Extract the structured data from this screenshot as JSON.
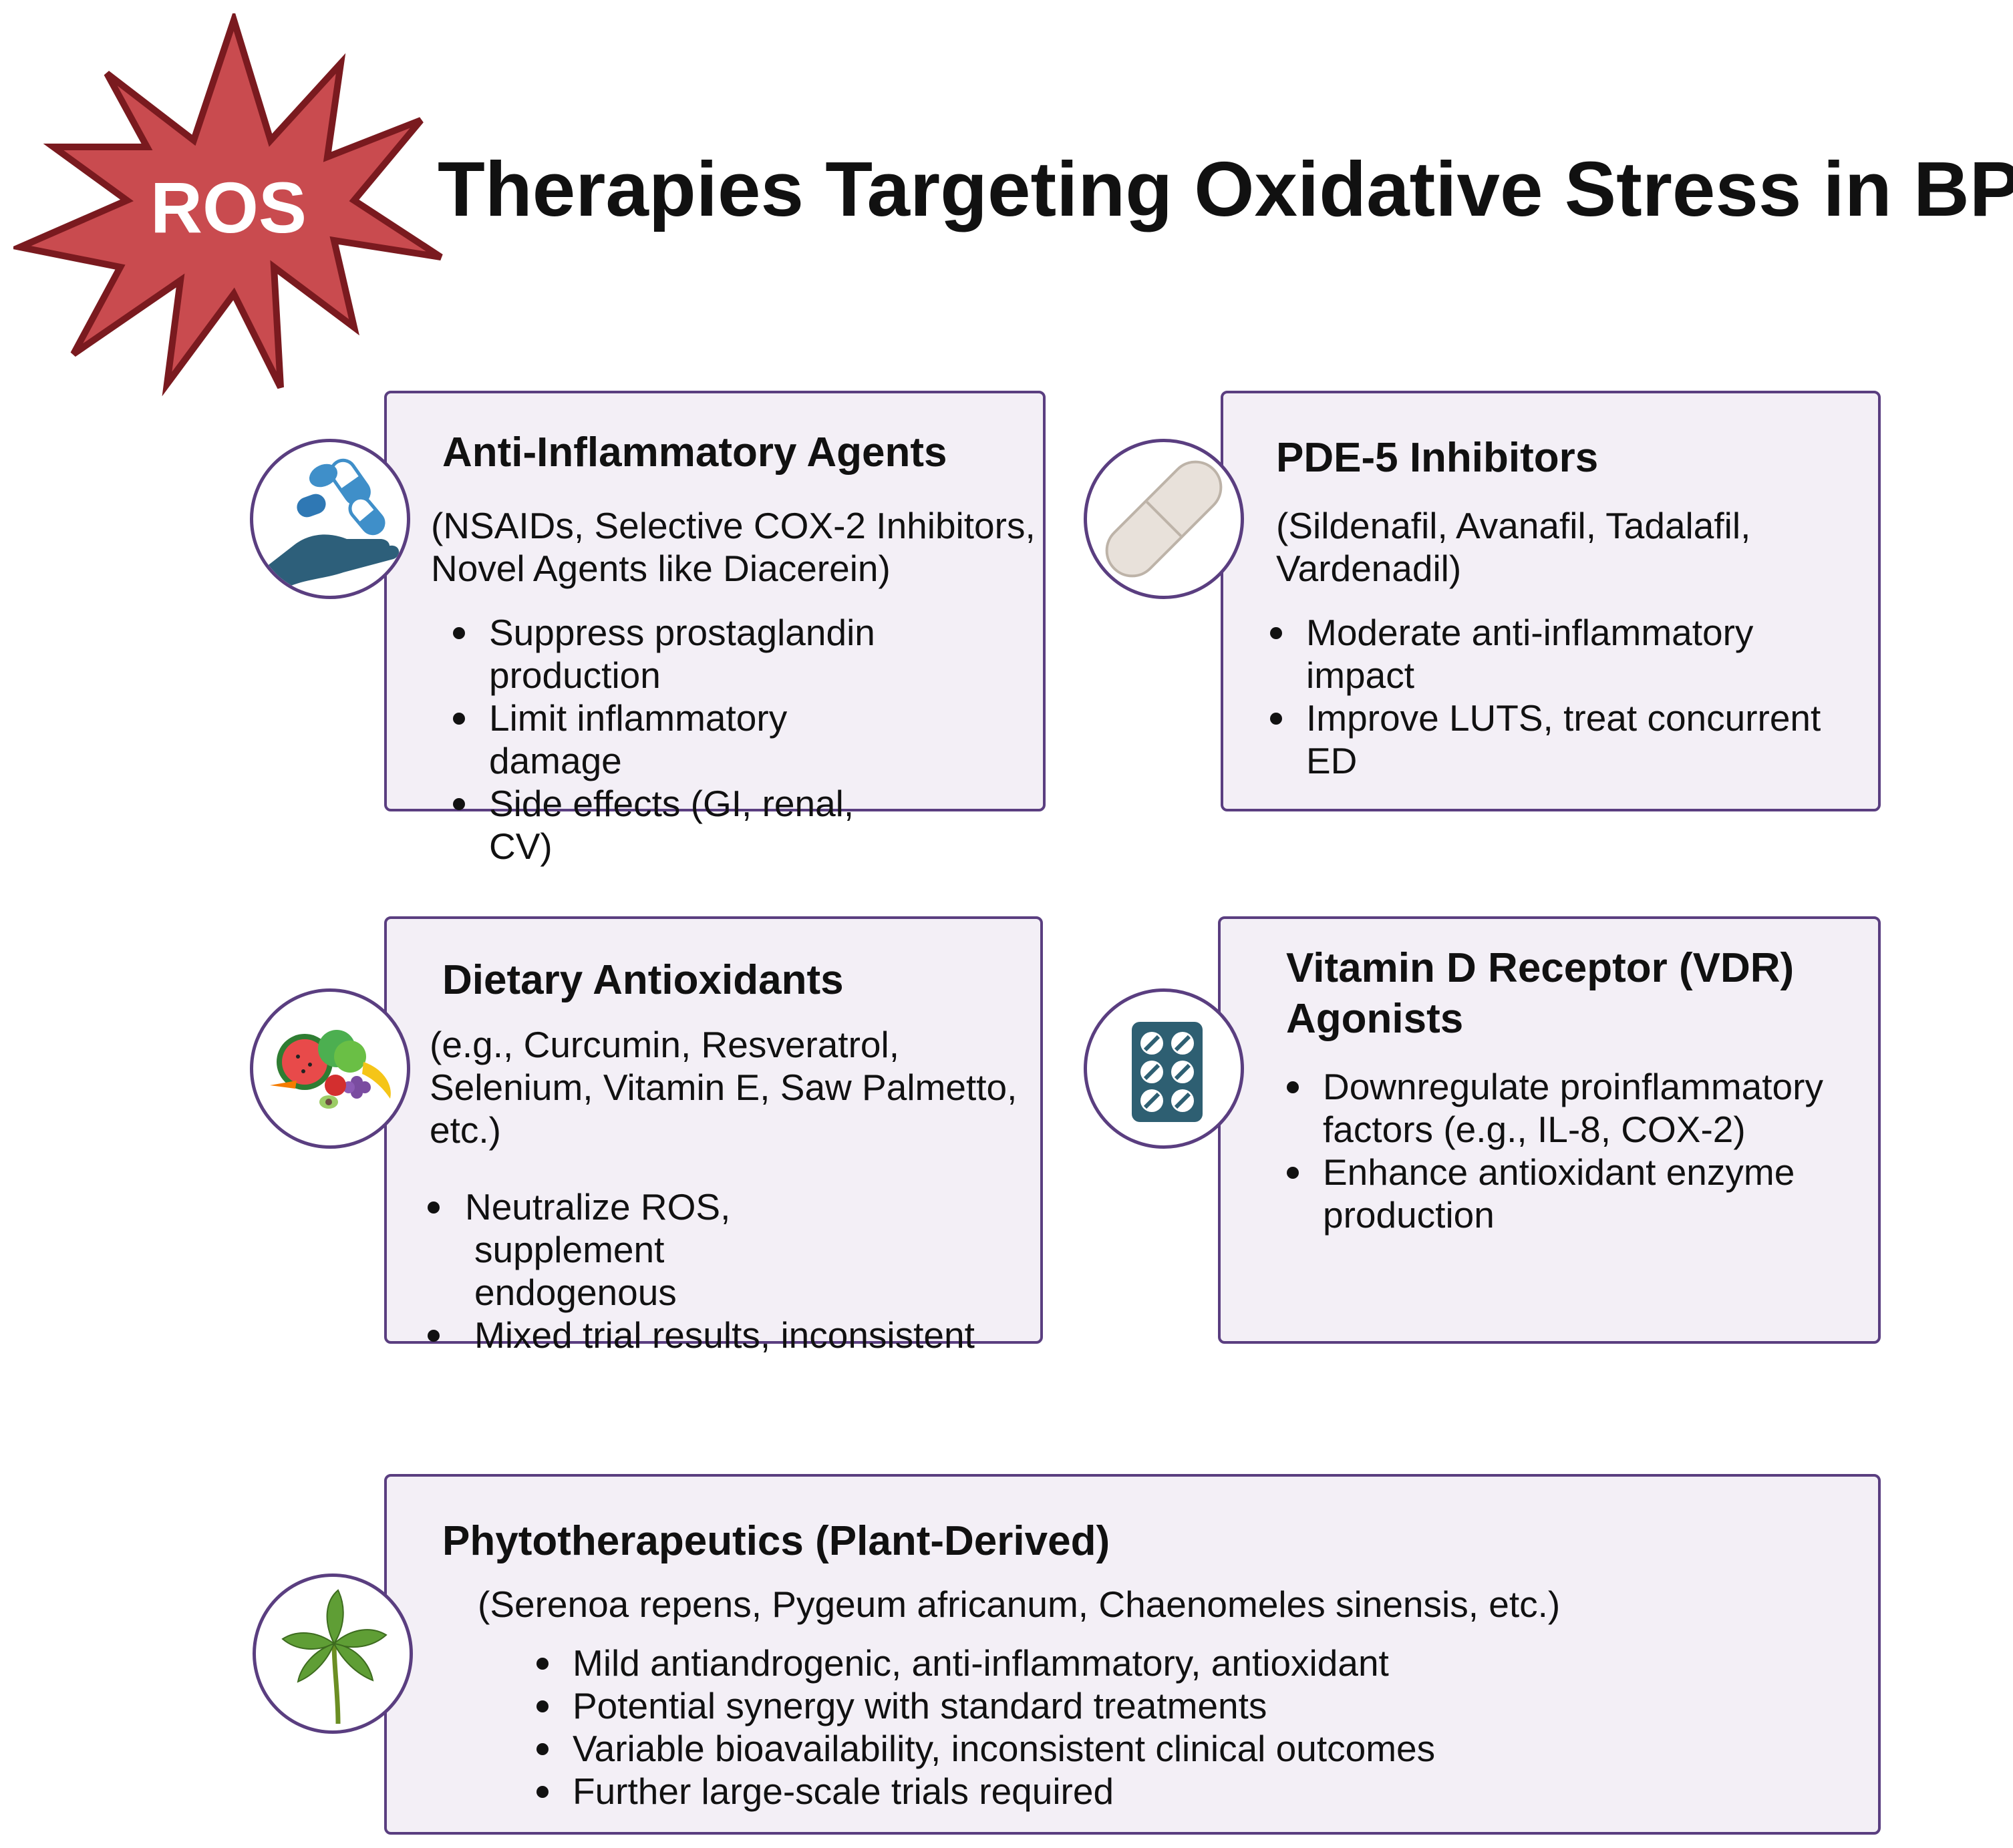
{
  "header": {
    "badge_text": "ROS",
    "title": "Therapies Targeting Oxidative Stress in BPH"
  },
  "colors": {
    "badge_fill": "#c94b4f",
    "badge_stroke": "#7a1a1f",
    "card_fill": "#f3eff6",
    "card_border": "#5a3e80"
  },
  "cards": {
    "anti_inflammatory": {
      "title": "Anti-Inflammatory Agents",
      "subtitle_lines": [
        "(NSAIDs, Selective COX-2 Inhibitors,",
        "Novel Agents like Diacerein)"
      ],
      "bullets": [
        "Suppress prostaglandin production",
        "Limit inflammatory damage",
        "Side effects (GI, renal, CV)"
      ],
      "icon": "hand-with-pills-icon"
    },
    "pde5": {
      "title": "PDE-5 Inhibitors",
      "subtitle_lines": [
        "(Sildenafil, Avanafil, Tadalafil,",
        "Vardenadil)"
      ],
      "bullets": [
        "Moderate anti-inflammatory impact",
        "Improve LUTS, treat concurrent ED"
      ],
      "icon": "tablet-pill-icon"
    },
    "dietary": {
      "title": "Dietary Antioxidants",
      "subtitle_lines": [
        "(e.g., Curcumin, Resveratrol,",
        "Selenium, Vitamin E, Saw Palmetto,",
        "etc.)"
      ],
      "bullets": [
        "Neutralize ROS, supplement endogenous",
        "Mixed trial results, inconsistent"
      ],
      "icon": "fruits-vegetables-icon"
    },
    "vdr": {
      "title_lines": [
        "Vitamin D Receptor (VDR)",
        "Agonists"
      ],
      "bullets": [
        "Downregulate proinflammatory factors (e.g., IL-8, COX-2)",
        "Enhance antioxidant enzyme production"
      ],
      "icon": "blister-pack-icon"
    },
    "phyto": {
      "title": "Phytotherapeutics (Plant-Derived)",
      "subtitle": "(Serenoa repens, Pygeum africanum, Chaenomeles sinensis, etc.)",
      "bullets": [
        "Mild antiandrogenic, anti-inflammatory, antioxidant",
        "Potential synergy with standard treatments",
        "Variable bioavailability, inconsistent clinical outcomes",
        "Further large-scale trials required"
      ],
      "icon": "plant-sprout-icon"
    }
  }
}
